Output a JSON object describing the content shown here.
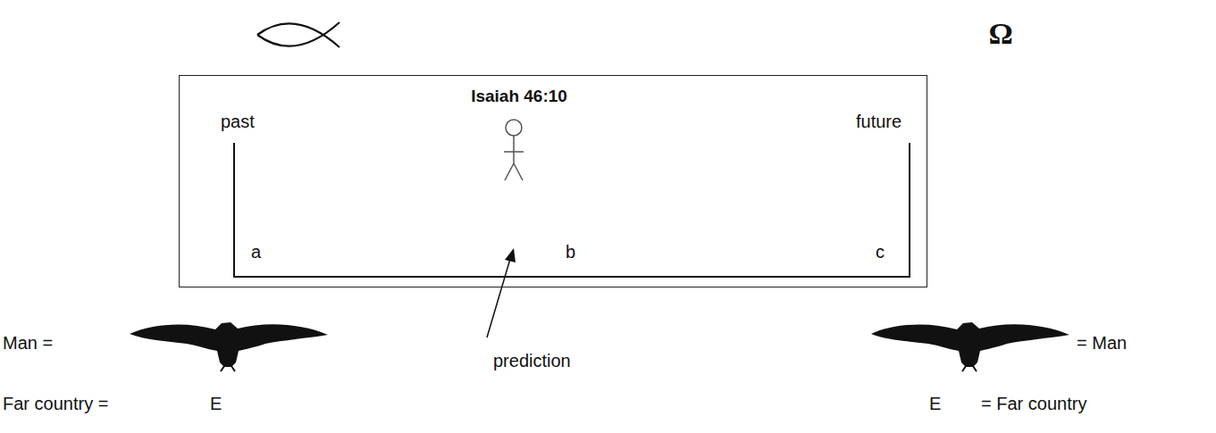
{
  "diagram": {
    "nodes": [
      {
        "text": [
          "Isaiah 46:10"
        ]
      }
    ],
    "labels": [
      "Ω",
      "past",
      "future",
      "a",
      "b",
      "c",
      "prediction",
      "Man =",
      "= Man",
      "Far country =",
      "E",
      "E",
      "= Far country"
    ]
  }
}
